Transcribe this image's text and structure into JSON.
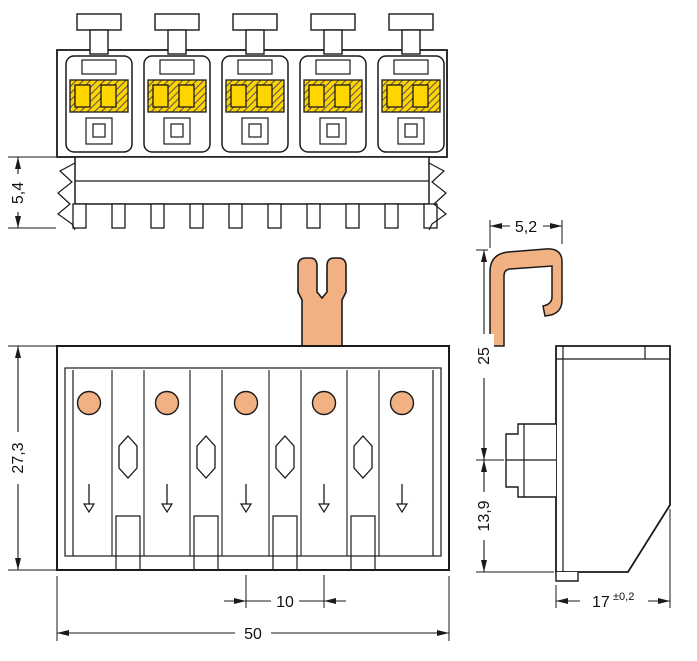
{
  "drawing": {
    "pole_count": 5,
    "colors": {
      "contact": "#ffd500",
      "actuator": "#f2b183",
      "line": "#1a1a1a"
    },
    "dimensions": {
      "foot_height": "5,4",
      "front_height": "27,3",
      "front_width": "50",
      "pole_pitch": "10",
      "clip_width": "5,2",
      "side_upper": "25",
      "side_lower": "13,9",
      "depth": "17",
      "depth_tolerance": "±0,2"
    }
  }
}
